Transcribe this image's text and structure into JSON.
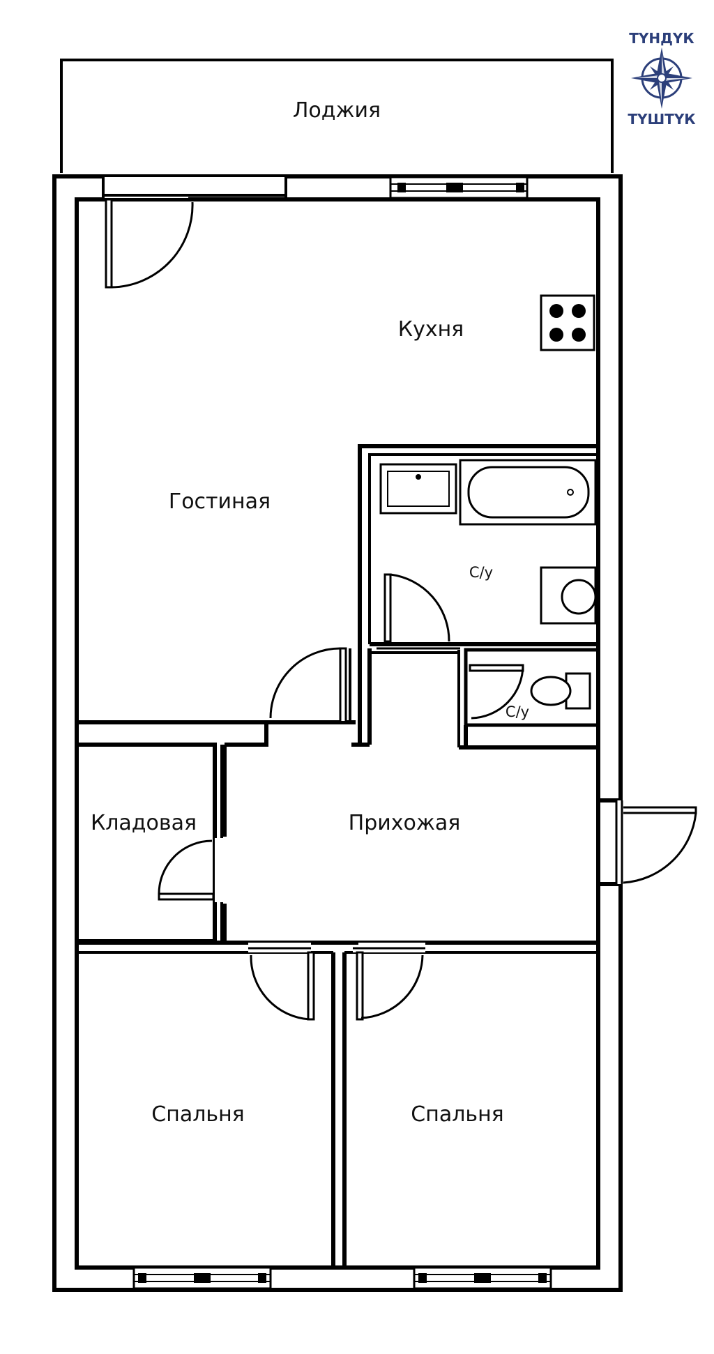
{
  "rooms": {
    "loggia": "Лоджия",
    "kitchen": "Кухня",
    "living": "Гостиная",
    "bathroom": "С/у",
    "toilet": "С/у",
    "storage": "Кладовая",
    "hallway": "Прихожая",
    "bedroom_left": "Спальня",
    "bedroom_right": "Спальня"
  },
  "logo": {
    "top_text": "ТҮНДҮК",
    "bottom_text": "ТҮШТҮК",
    "color": "#2c3f7a"
  }
}
